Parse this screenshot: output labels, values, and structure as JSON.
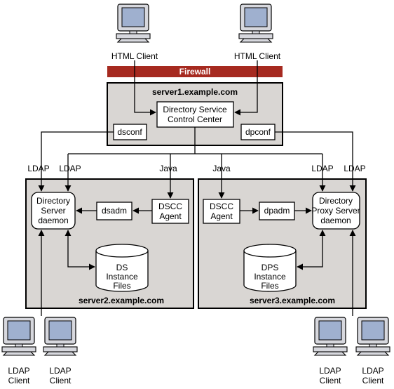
{
  "firewall": {
    "label": "Firewall"
  },
  "html_clients": [
    {
      "label": "HTML Client"
    },
    {
      "label": "HTML Client"
    }
  ],
  "server1": {
    "title": "server1.example.com",
    "dscc_line1": "Directory Service",
    "dscc_line2": "Control Center",
    "dsconf": "dsconf",
    "dpconf": "dpconf"
  },
  "protocols": {
    "ldap": "LDAP",
    "java": "Java"
  },
  "server2": {
    "title": "server2.example.com",
    "daemon": [
      "Directory",
      "Server",
      "daemon"
    ],
    "dsadm": "dsadm",
    "agent": [
      "DSCC",
      "Agent"
    ],
    "files": [
      "DS",
      "Instance",
      "Files"
    ]
  },
  "server3": {
    "title": "server3.example.com",
    "agent": [
      "DSCC",
      "Agent"
    ],
    "dpadm": "dpadm",
    "daemon": [
      "Directory",
      "Proxy Server",
      "daemon"
    ],
    "files": [
      "DPS",
      "Instance",
      "Files"
    ]
  },
  "ldap_clients": [
    {
      "line1": "LDAP",
      "line2": "Client"
    },
    {
      "line1": "LDAP",
      "line2": "Client"
    },
    {
      "line1": "LDAP",
      "line2": "Client"
    },
    {
      "line1": "LDAP",
      "line2": "Client"
    }
  ],
  "colors": {
    "firewall": "#a62a20",
    "server_box": "#d9d6d3",
    "monitor_screen": "#9fb0cf",
    "monitor_body": "#d7d8de"
  }
}
